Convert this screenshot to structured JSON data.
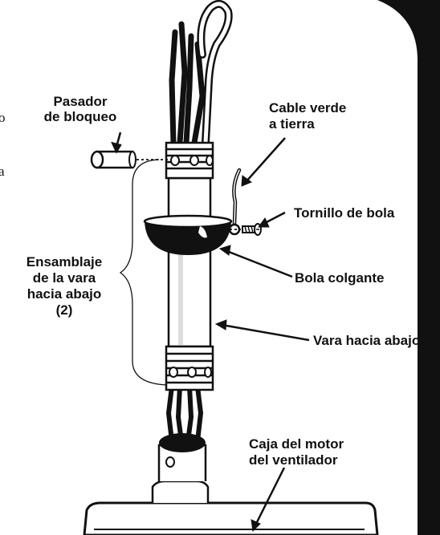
{
  "labels": {
    "pasador": [
      "Pasador",
      "de bloqueo"
    ],
    "cable": [
      "Cable verde",
      "a tierra"
    ],
    "tornillo": "Tornillo de bola",
    "ensamblaje": [
      "Ensamblaje",
      "de la vara",
      "hacia abajo",
      "(2)"
    ],
    "bola": "Bola colgante",
    "vara": "Vara hacia abajo",
    "caja": [
      "Caja del motor",
      "del ventilador"
    ]
  },
  "edge_text": [
    "o",
    "a"
  ],
  "colors": {
    "ink": "#111111",
    "paper": "#ffffff",
    "frame": "#111111"
  }
}
